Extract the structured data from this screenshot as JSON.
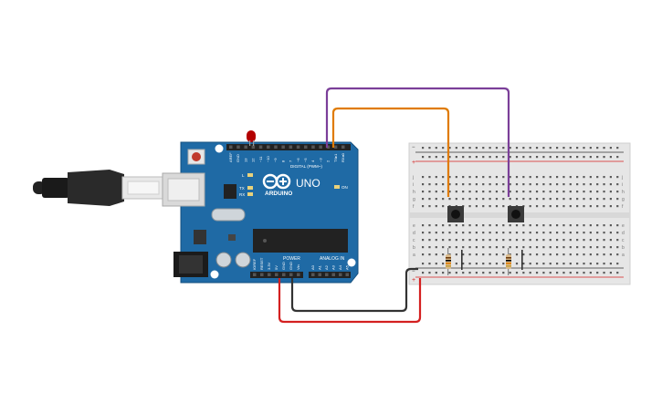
{
  "board": {
    "brand": "ARDUINO",
    "model": "UNO",
    "digital_label": "DIGITAL (PWM~)",
    "power_label": "POWER",
    "analog_label": "ANALOG IN",
    "led_on": "ON",
    "led_l": "L",
    "led_tx": "TX",
    "led_rx": "RX",
    "digital_pins": [
      "AREF",
      "GND",
      "13",
      "12",
      "~11",
      "~10",
      "~9",
      "8",
      "7",
      "~6",
      "~5",
      "4",
      "~3",
      "2",
      "TX▸1",
      "RX◂0"
    ],
    "power_pins": [
      "IOREF",
      "RESET",
      "3.3V",
      "5V",
      "GND",
      "GND",
      "Vin"
    ],
    "analog_pins": [
      "A0",
      "A1",
      "A2",
      "A3",
      "A4",
      "A5"
    ]
  },
  "breadboard": {
    "row_letters_top": [
      "j",
      "i",
      "h",
      "g",
      "f"
    ],
    "row_letters_bottom": [
      "e",
      "d",
      "c",
      "b",
      "a"
    ],
    "rail_plus": "+",
    "rail_minus": "−"
  },
  "colors": {
    "board": "#1f6aa5",
    "wire_purple": "#7b3f99",
    "wire_orange": "#e07b00",
    "wire_black": "#333333",
    "wire_red": "#d42020",
    "led_red": "#b30000"
  }
}
